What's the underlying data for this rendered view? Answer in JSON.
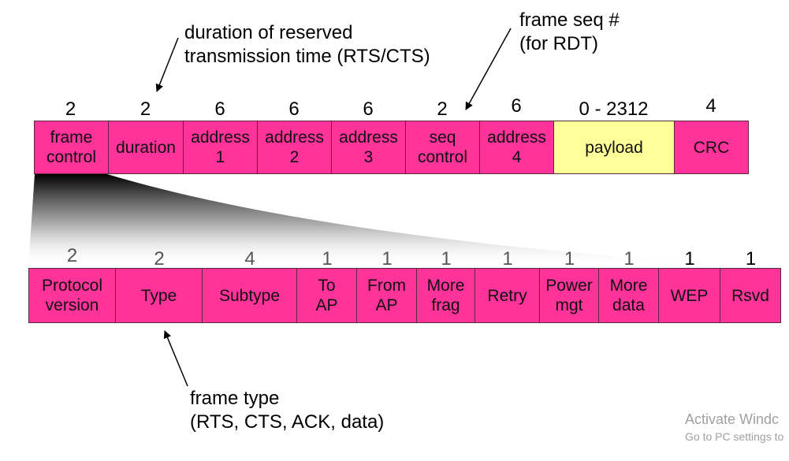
{
  "annotations": {
    "duration_note": "duration of reserved\ntransmission time (RTS/CTS)",
    "seq_note": "frame seq #\n(for RDT)",
    "type_note": "frame type\n(RTS, CTS, ACK, data)"
  },
  "frame": {
    "fields": [
      {
        "size": "2",
        "label": "frame\ncontrol"
      },
      {
        "size": "2",
        "label": "duration"
      },
      {
        "size": "6",
        "label": "address\n1"
      },
      {
        "size": "6",
        "label": "address\n2"
      },
      {
        "size": "6",
        "label": "address\n3"
      },
      {
        "size": "2",
        "label": "seq\ncontrol"
      },
      {
        "size": "6",
        "label": "address\n4"
      },
      {
        "size": "0 - 2312",
        "label": "payload"
      },
      {
        "size": "4",
        "label": "CRC"
      }
    ]
  },
  "frame_control": {
    "fields": [
      {
        "size": "2",
        "label": "Protocol\nversion"
      },
      {
        "size": "2",
        "label": "Type"
      },
      {
        "size": "4",
        "label": "Subtype"
      },
      {
        "size": "1",
        "label": "To\nAP"
      },
      {
        "size": "1",
        "label": "From\nAP"
      },
      {
        "size": "1",
        "label": "More\nfrag"
      },
      {
        "size": "1",
        "label": "Retry"
      },
      {
        "size": "1",
        "label": "Power\nmgt"
      },
      {
        "size": "1",
        "label": "More\ndata"
      },
      {
        "size": "1",
        "label": "WEP"
      },
      {
        "size": "1",
        "label": "Rsvd"
      }
    ]
  },
  "watermark": {
    "line1": "Activate Windc",
    "line2": "Go to PC settings to"
  },
  "colors": {
    "field_fill": "#ff3399",
    "payload_fill": "#ffff99"
  }
}
